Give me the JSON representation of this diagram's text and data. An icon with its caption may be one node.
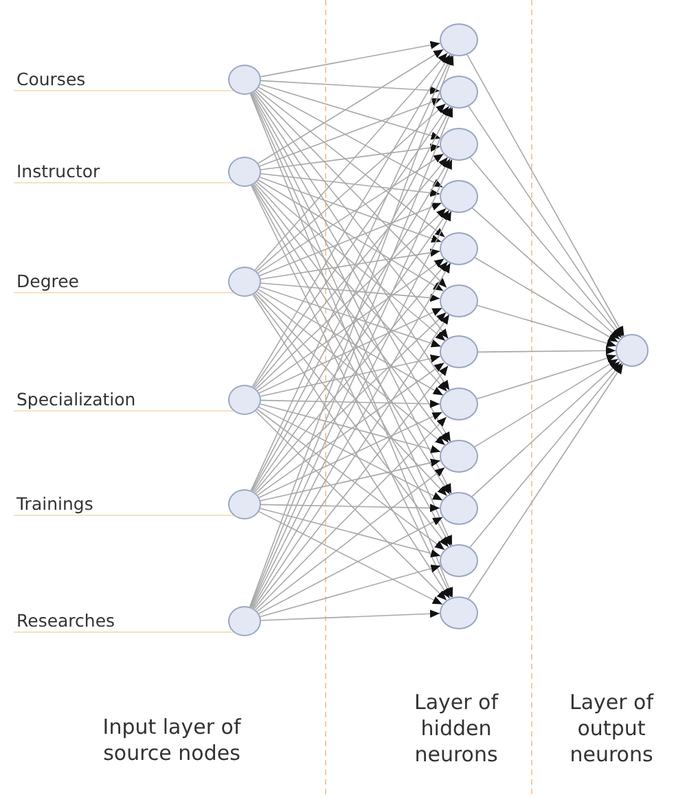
{
  "diagram": {
    "nodes": [
      {
        "text": [
          "Courses"
        ]
      },
      {
        "text": [
          "Instructor"
        ]
      },
      {
        "text": [
          "Degree"
        ]
      },
      {
        "text": [
          "Specialization"
        ]
      },
      {
        "text": [
          "Trainings"
        ]
      },
      {
        "text": [
          "Researches"
        ]
      },
      {
        "text": [],
        "shape": "circle"
      },
      {
        "text": [],
        "shape": "circle"
      },
      {
        "text": [],
        "shape": "circle"
      },
      {
        "text": [],
        "shape": "circle"
      },
      {
        "text": [],
        "shape": "circle"
      },
      {
        "text": [],
        "shape": "circle"
      },
      {
        "text": [],
        "shape": "circle"
      },
      {
        "text": [],
        "shape": "circle"
      },
      {
        "text": [],
        "shape": "circle"
      },
      {
        "text": [],
        "shape": "circle"
      },
      {
        "text": [],
        "shape": "circle"
      },
      {
        "text": [],
        "shape": "circle"
      },
      {
        "text": [],
        "shape": "circle"
      },
      {
        "text": [],
        "shape": "circle"
      },
      {
        "text": [],
        "shape": "circle"
      },
      {
        "text": [],
        "shape": "circle"
      },
      {
        "text": [],
        "shape": "circle"
      },
      {
        "text": [],
        "shape": "circle"
      },
      {
        "text": [],
        "shape": "circle"
      }
    ],
    "edges": [
      {
        "from": 0,
        "to": 6,
        "arrow": "none",
        "color": "#f3d9a8"
      },
      {
        "from": 1,
        "to": 7,
        "arrow": "none",
        "color": "#f3d9a8"
      },
      {
        "from": 2,
        "to": 8,
        "arrow": "none",
        "color": "#f3d9a8"
      },
      {
        "from": 3,
        "to": 9,
        "arrow": "none",
        "color": "#f3d9a8"
      },
      {
        "from": 4,
        "to": 10,
        "arrow": "none",
        "color": "#f3d9a8"
      },
      {
        "from": 5,
        "to": 11,
        "arrow": "none",
        "color": "#f3d9a8"
      },
      {
        "from": 6,
        "to": 12,
        "arrow": "to"
      },
      {
        "from": 6,
        "to": 13,
        "arrow": "to"
      },
      {
        "from": 6,
        "to": 14,
        "arrow": "to"
      },
      {
        "from": 6,
        "to": 15,
        "arrow": "to"
      },
      {
        "from": 6,
        "to": 16,
        "arrow": "to"
      },
      {
        "from": 6,
        "to": 17,
        "arrow": "to"
      },
      {
        "from": 6,
        "to": 18,
        "arrow": "to"
      },
      {
        "from": 6,
        "to": 19,
        "arrow": "to"
      },
      {
        "from": 6,
        "to": 20,
        "arrow": "to"
      },
      {
        "from": 6,
        "to": 21,
        "arrow": "to"
      },
      {
        "from": 6,
        "to": 22,
        "arrow": "to"
      },
      {
        "from": 6,
        "to": 23,
        "arrow": "to"
      },
      {
        "from": 7,
        "to": 12,
        "arrow": "to"
      },
      {
        "from": 7,
        "to": 13,
        "arrow": "to"
      },
      {
        "from": 7,
        "to": 14,
        "arrow": "to"
      },
      {
        "from": 7,
        "to": 15,
        "arrow": "to"
      },
      {
        "from": 7,
        "to": 16,
        "arrow": "to"
      },
      {
        "from": 7,
        "to": 17,
        "arrow": "to"
      },
      {
        "from": 7,
        "to": 18,
        "arrow": "to"
      },
      {
        "from": 7,
        "to": 19,
        "arrow": "to"
      },
      {
        "from": 7,
        "to": 20,
        "arrow": "to"
      },
      {
        "from": 7,
        "to": 21,
        "arrow": "to"
      },
      {
        "from": 7,
        "to": 22,
        "arrow": "to"
      },
      {
        "from": 7,
        "to": 23,
        "arrow": "to"
      },
      {
        "from": 8,
        "to": 12,
        "arrow": "to"
      },
      {
        "from": 8,
        "to": 13,
        "arrow": "to"
      },
      {
        "from": 8,
        "to": 14,
        "arrow": "to"
      },
      {
        "from": 8,
        "to": 15,
        "arrow": "to"
      },
      {
        "from": 8,
        "to": 16,
        "arrow": "to"
      },
      {
        "from": 8,
        "to": 17,
        "arrow": "to"
      },
      {
        "from": 8,
        "to": 18,
        "arrow": "to"
      },
      {
        "from": 8,
        "to": 19,
        "arrow": "to"
      },
      {
        "from": 8,
        "to": 20,
        "arrow": "to"
      },
      {
        "from": 8,
        "to": 21,
        "arrow": "to"
      },
      {
        "from": 8,
        "to": 22,
        "arrow": "to"
      },
      {
        "from": 8,
        "to": 23,
        "arrow": "to"
      },
      {
        "from": 9,
        "to": 12,
        "arrow": "to"
      },
      {
        "from": 9,
        "to": 13,
        "arrow": "to"
      },
      {
        "from": 9,
        "to": 14,
        "arrow": "to"
      },
      {
        "from": 9,
        "to": 15,
        "arrow": "to"
      },
      {
        "from": 9,
        "to": 16,
        "arrow": "to"
      },
      {
        "from": 9,
        "to": 17,
        "arrow": "to"
      },
      {
        "from": 9,
        "to": 18,
        "arrow": "to"
      },
      {
        "from": 9,
        "to": 19,
        "arrow": "to"
      },
      {
        "from": 9,
        "to": 20,
        "arrow": "to"
      },
      {
        "from": 9,
        "to": 21,
        "arrow": "to"
      },
      {
        "from": 9,
        "to": 22,
        "arrow": "to"
      },
      {
        "from": 9,
        "to": 23,
        "arrow": "to"
      },
      {
        "from": 10,
        "to": 12,
        "arrow": "to"
      },
      {
        "from": 10,
        "to": 13,
        "arrow": "to"
      },
      {
        "from": 10,
        "to": 14,
        "arrow": "to"
      },
      {
        "from": 10,
        "to": 15,
        "arrow": "to"
      },
      {
        "from": 10,
        "to": 16,
        "arrow": "to"
      },
      {
        "from": 10,
        "to": 17,
        "arrow": "to"
      },
      {
        "from": 10,
        "to": 18,
        "arrow": "to"
      },
      {
        "from": 10,
        "to": 19,
        "arrow": "to"
      },
      {
        "from": 10,
        "to": 20,
        "arrow": "to"
      },
      {
        "from": 10,
        "to": 21,
        "arrow": "to"
      },
      {
        "from": 10,
        "to": 22,
        "arrow": "to"
      },
      {
        "from": 10,
        "to": 23,
        "arrow": "to"
      },
      {
        "from": 11,
        "to": 12,
        "arrow": "to"
      },
      {
        "from": 11,
        "to": 13,
        "arrow": "to"
      },
      {
        "from": 11,
        "to": 14,
        "arrow": "to"
      },
      {
        "from": 11,
        "to": 15,
        "arrow": "to"
      },
      {
        "from": 11,
        "to": 16,
        "arrow": "to"
      },
      {
        "from": 11,
        "to": 17,
        "arrow": "to"
      },
      {
        "from": 11,
        "to": 18,
        "arrow": "to"
      },
      {
        "from": 11,
        "to": 19,
        "arrow": "to"
      },
      {
        "from": 11,
        "to": 20,
        "arrow": "to"
      },
      {
        "from": 11,
        "to": 21,
        "arrow": "to"
      },
      {
        "from": 11,
        "to": 22,
        "arrow": "to"
      },
      {
        "from": 11,
        "to": 23,
        "arrow": "to"
      },
      {
        "from": 12,
        "to": 24,
        "arrow": "to"
      },
      {
        "from": 13,
        "to": 24,
        "arrow": "to"
      },
      {
        "from": 14,
        "to": 24,
        "arrow": "to"
      },
      {
        "from": 15,
        "to": 24,
        "arrow": "to"
      },
      {
        "from": 16,
        "to": 24,
        "arrow": "to"
      },
      {
        "from": 17,
        "to": 24,
        "arrow": "to"
      },
      {
        "from": 18,
        "to": 24,
        "arrow": "to"
      },
      {
        "from": 19,
        "to": 24,
        "arrow": "to"
      },
      {
        "from": 20,
        "to": 24,
        "arrow": "to"
      },
      {
        "from": 21,
        "to": 24,
        "arrow": "to"
      },
      {
        "from": 22,
        "to": 24,
        "arrow": "to"
      },
      {
        "from": 23,
        "to": 24,
        "arrow": "to"
      }
    ],
    "labels": [
      "Input layer of source nodes",
      "Layer of hidden neurons",
      "Layer of output neurons"
    ]
  }
}
